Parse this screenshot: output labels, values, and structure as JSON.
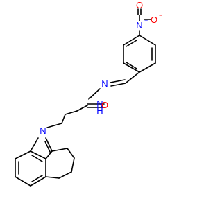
{
  "atoms": {
    "nitro_n": "N",
    "nitro_o_top": "O",
    "nitro_o_right": "O",
    "hydrazone_n1": "N",
    "hydrazone_n2": "N",
    "amide_h": "H",
    "carbonyl_o": "O",
    "carbazole_n": "N"
  },
  "charges": {
    "nitro_n_plus": "+",
    "nitro_o_minus": "−"
  },
  "colors": {
    "bond": "#000000",
    "nitrogen": "#0000ff",
    "oxygen": "#ff0000"
  }
}
